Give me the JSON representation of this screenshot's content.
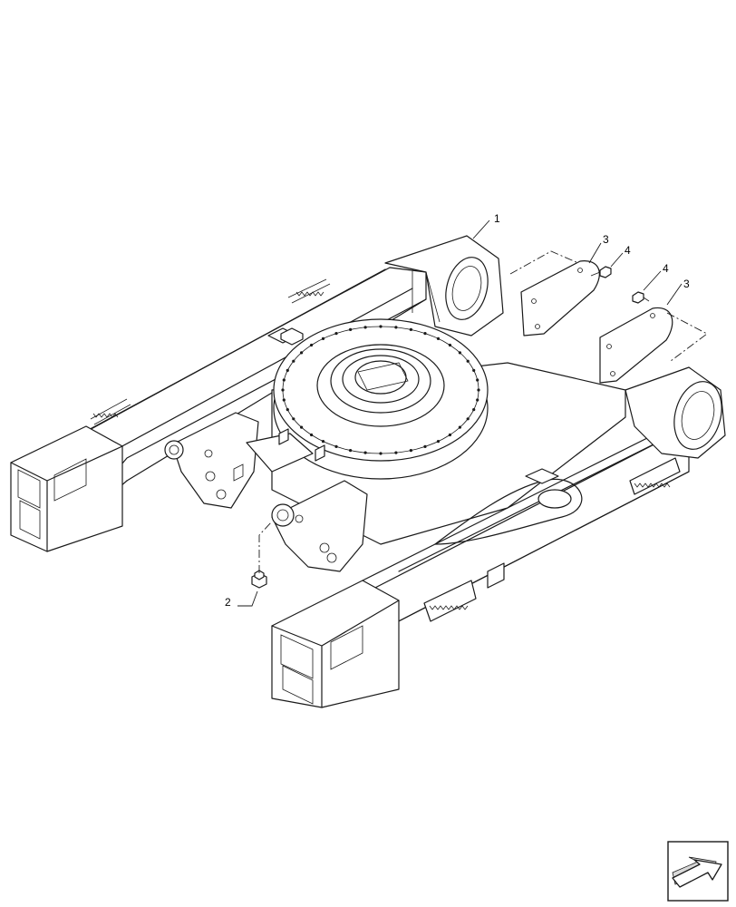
{
  "callouts": {
    "frame": "1",
    "plug": "2",
    "cover_left": "3",
    "cover_right": "3",
    "bolt_left": "4",
    "bolt_right": "4"
  },
  "icons": {
    "nav_arrow": "next-page-arrow-icon"
  }
}
